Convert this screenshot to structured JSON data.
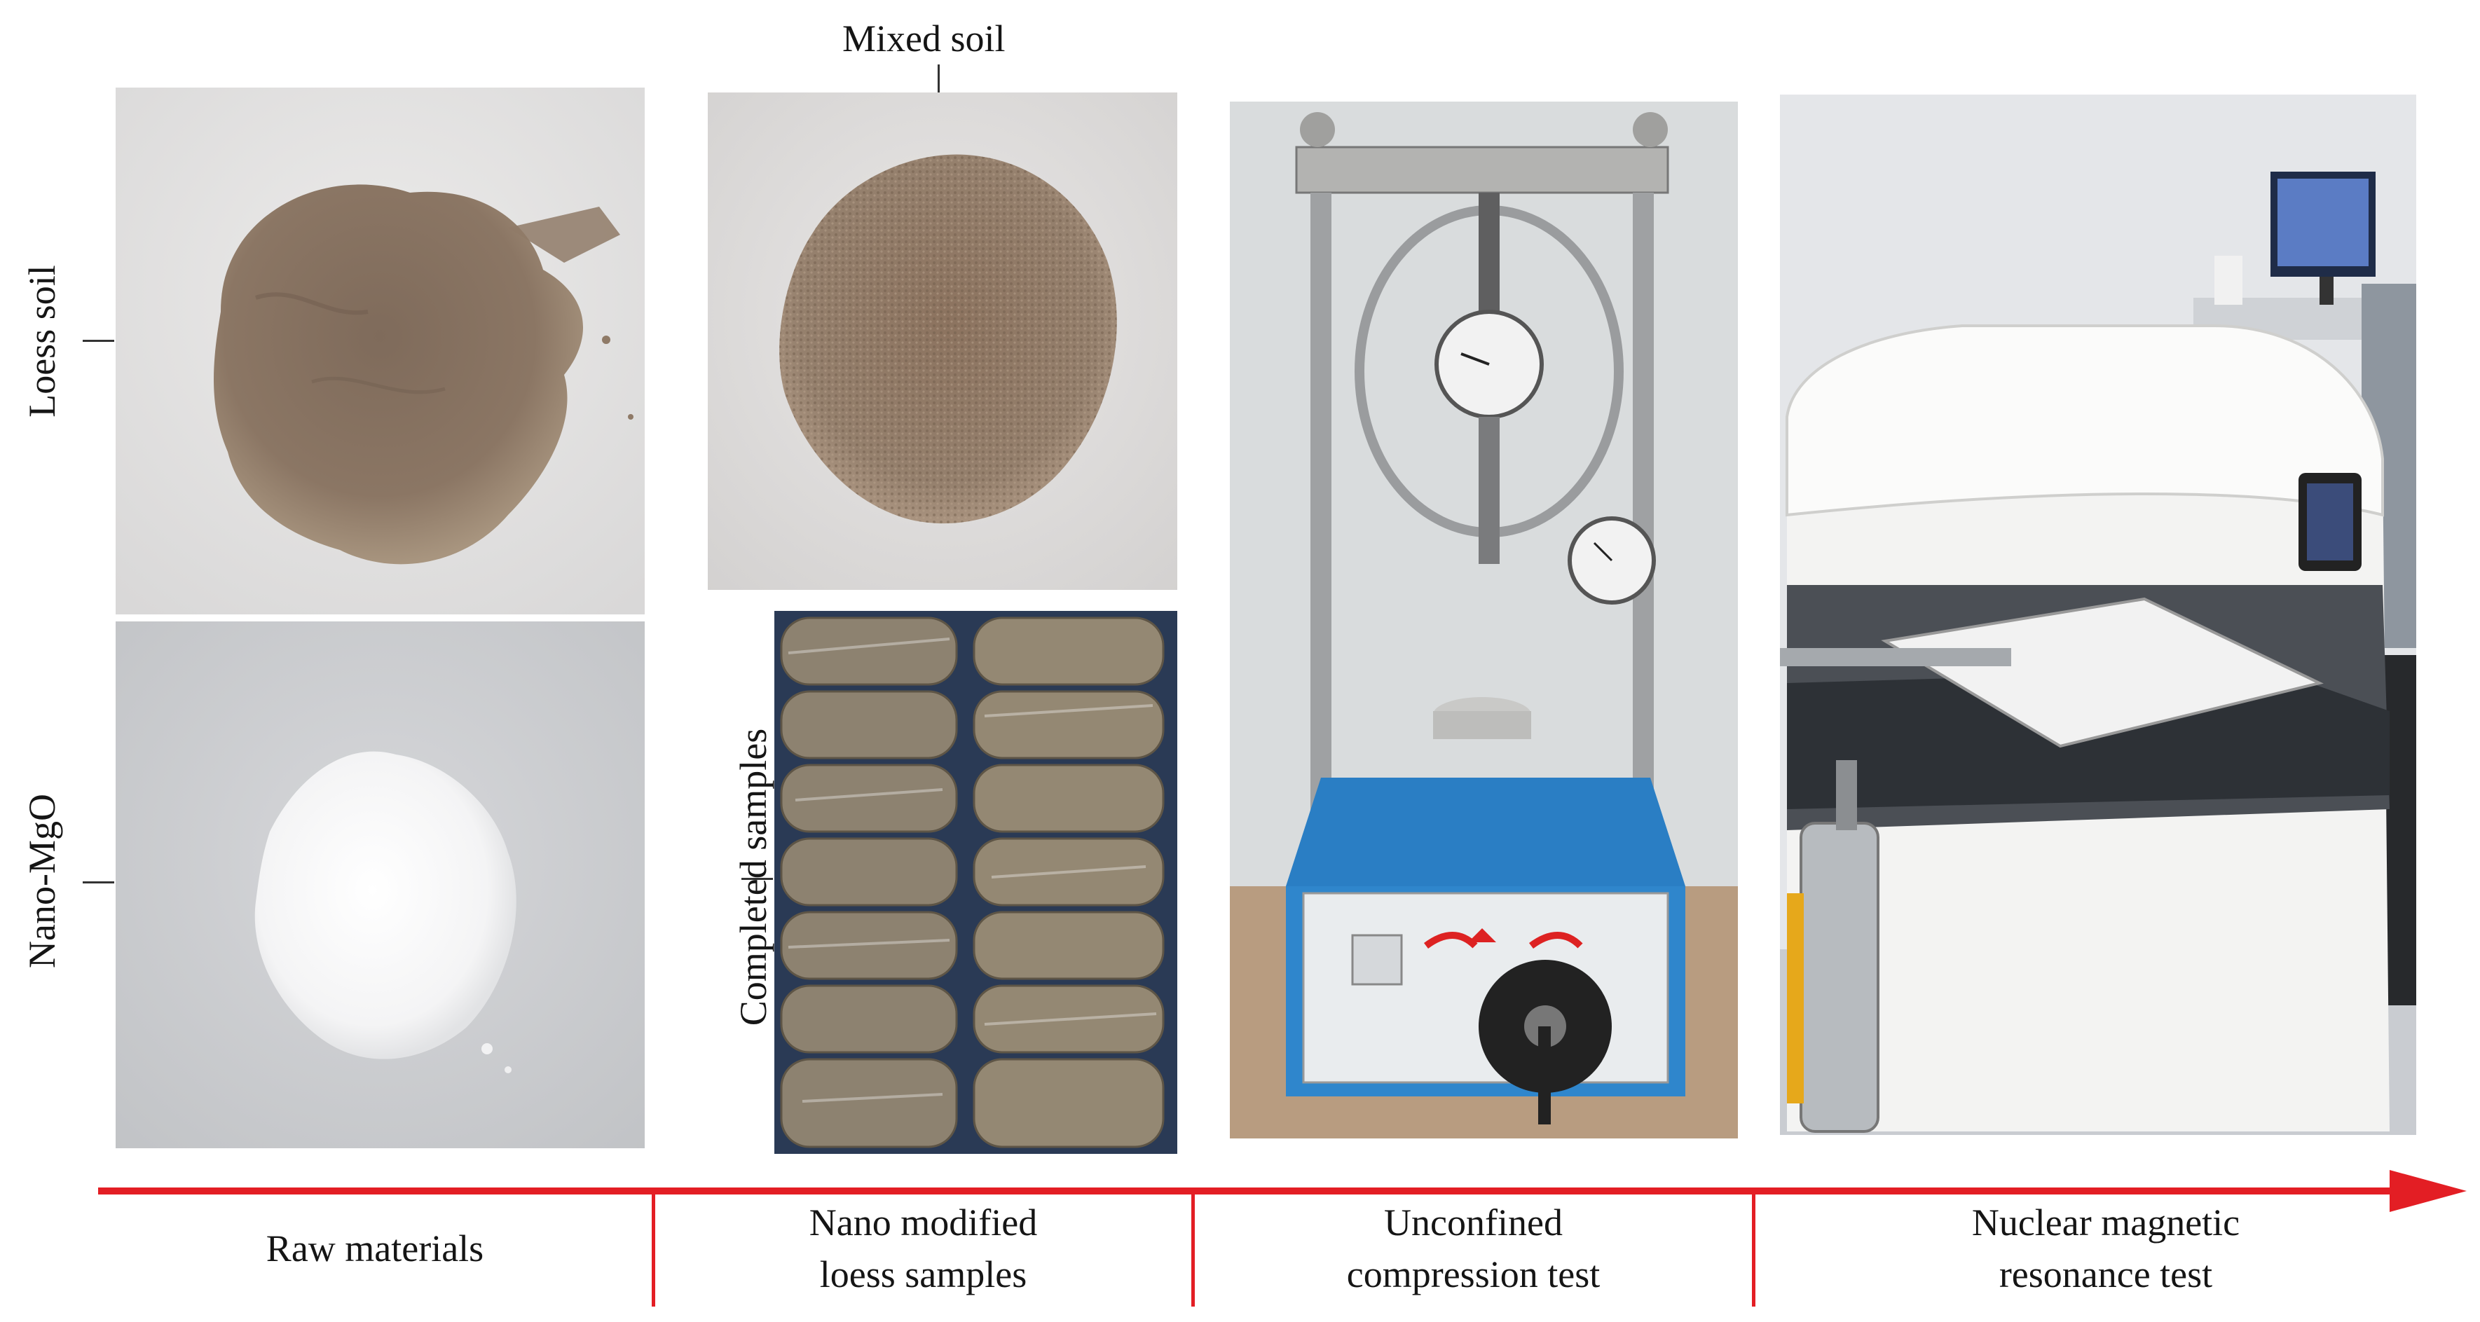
{
  "labels": {
    "mixed_soil": "Mixed soil",
    "loess_soil": "Loess soil",
    "nano_mgo": "Nano-MgO",
    "completed_samples": "Completed samples"
  },
  "stages": [
    {
      "line1": "Raw materials",
      "line2": ""
    },
    {
      "line1": "Nano modified",
      "line2": "loess samples"
    },
    {
      "line1": "Unconfined",
      "line2": "compression test"
    },
    {
      "line1": "Nuclear magnetic",
      "line2": "resonance test"
    }
  ],
  "colors": {
    "timeline": "#e31e24"
  }
}
